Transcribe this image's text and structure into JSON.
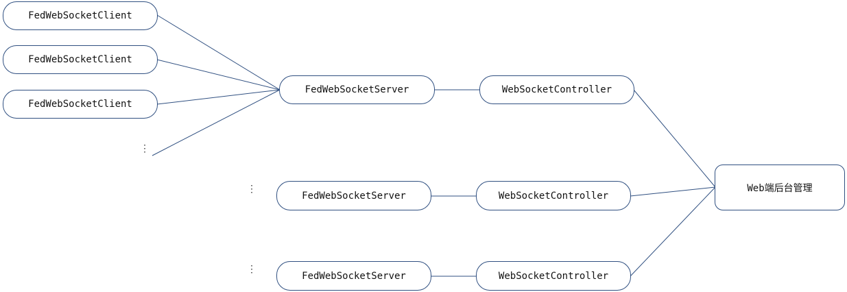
{
  "clients": [
    {
      "label": "FedWebSocketClient"
    },
    {
      "label": "FedWebSocketClient"
    },
    {
      "label": "FedWebSocketClient"
    }
  ],
  "servers": [
    {
      "label": "FedWebSocketServer"
    },
    {
      "label": "FedWebSocketServer"
    },
    {
      "label": "FedWebSocketServer"
    }
  ],
  "controllers": [
    {
      "label": "WebSocketController"
    },
    {
      "label": "WebSocketController"
    },
    {
      "label": "WebSocketController"
    }
  ],
  "admin": {
    "label": "Web端后台管理"
  },
  "ellipsis": "⋮"
}
